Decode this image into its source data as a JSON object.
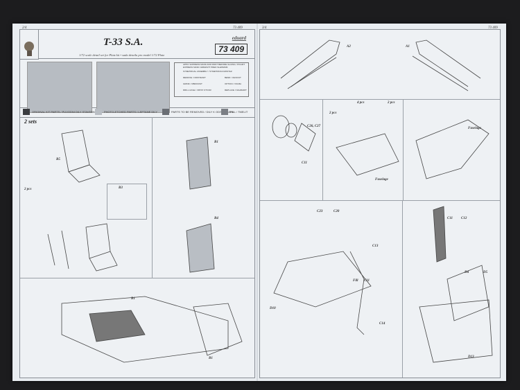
{
  "sheet": {
    "title": "T-33 S.A.",
    "subtitle": "1/72 scale detail set for Platz kit  •  sada detailu pro model 1/72 Platz",
    "brand": "eduard",
    "product_code": "73 409",
    "page_left": "2/4",
    "page_right": "3/4",
    "page_header_right": "73 409"
  },
  "legend": [
    "APPLY EXPRESS MASK AND PAINT BEFORE GLUING / POUZIT EXPRESS MASK NABARVIT PRED SLEPENIM",
    "SYMETRICAL ASSEMBLY / SYMETRICKA MONTAZ",
    "REMOVE / ODSTRANIT",
    "GRIND / OBROUSIT",
    "DRILL HOLE / VRTAT OTVOR",
    "BEND / OHNOUT",
    "OPTION / VOLBA",
    "REPLACE / NAHRADIT"
  ],
  "color_key": [
    {
      "label": "ORIGINAL KIT PARTS / PUVODNI DILY STAVEBNICE",
      "color": "#3a3c40"
    },
    {
      "label": "PHOTO-ETCHED PARTS / LEPTANE DILY",
      "color": "#b9bec4"
    },
    {
      "label": "PARTS TO BE REMOVED / DILY K ODSTRANENI",
      "color": "#6a6e74"
    },
    {
      "label": "FILL / TMELIT",
      "color": "#7b7f85"
    }
  ],
  "left_labels": {
    "sets": "2 sets",
    "b5": "B5",
    "b3": "B3",
    "b1": "B1",
    "b4": "B4",
    "b1b": "B1",
    "pcs": "2 pcs"
  },
  "right_labels": {
    "a2": "A2",
    "a1": "A1",
    "c26": "C26, C27",
    "c11": "C11",
    "pcs4": "4 pcs",
    "pcs2a": "2 pcs",
    "pcs2b": "2 pcs",
    "fuselage1": "Fuselage",
    "fuselage2": "Fuselage",
    "c23": "C23",
    "c20": "C20",
    "c13": "C13",
    "c11b": "C11",
    "c12": "C12",
    "fill": "Fill",
    "c14": "C14",
    "d10": "D10",
    "d4": "D4",
    "d5": "D5",
    "d13": "D13"
  }
}
